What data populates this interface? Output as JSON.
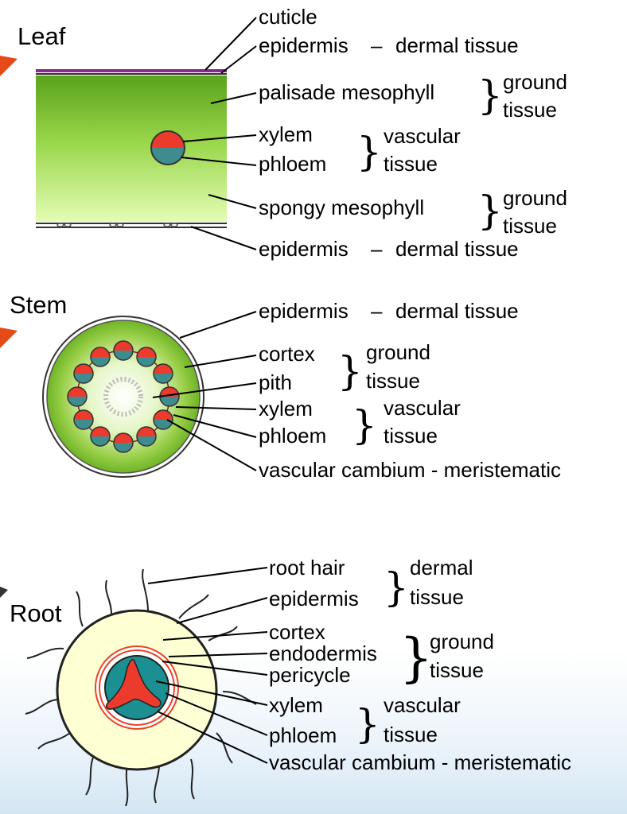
{
  "leaf": {
    "title": "Leaf",
    "labels": {
      "cuticle": "cuticle",
      "epidermis_top": "epidermis",
      "dash_top": "–",
      "dermal_top": "dermal tissue",
      "palisade": "palisade mesophyll",
      "ground1_a": "ground",
      "ground1_b": "tissue",
      "xylem": "xylem",
      "phloem": "phloem",
      "vascular_a": "vascular",
      "vascular_b": "tissue",
      "spongy": "spongy mesophyll",
      "ground2_a": "ground",
      "ground2_b": "tissue",
      "epidermis_bottom": "epidermis",
      "dash_bottom": "–",
      "dermal_bottom": "dermal tissue"
    }
  },
  "stem": {
    "title": "Stem",
    "labels": {
      "epidermis": "epidermis",
      "dash": "–",
      "dermal": "dermal tissue",
      "cortex": "cortex",
      "pith": "pith",
      "ground_a": "ground",
      "ground_b": "tissue",
      "xylem": "xylem",
      "phloem": "phloem",
      "vascular_a": "vascular",
      "vascular_b": "tissue",
      "cambium": "vascular cambium - meristematic"
    }
  },
  "root": {
    "title": "Root",
    "labels": {
      "root_hair": "root hair",
      "epidermis": "epidermis",
      "dermal_a": "dermal",
      "dermal_b": "tissue",
      "cortex": "cortex",
      "endodermis": "endodermis",
      "pericycle": "pericycle",
      "ground_a": "ground",
      "ground_b": "tissue",
      "xylem": "xylem",
      "phloem": "phloem",
      "vascular_a": "vascular",
      "vascular_b": "tissue",
      "cambium": "vascular cambium - meristematic"
    }
  },
  "colors": {
    "leaf_green_dark": "#5aa21c",
    "leaf_green_light": "#e4fcb4",
    "xylem_red": "#ec3a2c",
    "phloem_teal": "#3f8c8e",
    "root_stele": "#1c8f92",
    "root_cortex": "#ffffd4",
    "cuticle_purple": "#8a2b8a",
    "arrow_red": "#e64a18"
  }
}
